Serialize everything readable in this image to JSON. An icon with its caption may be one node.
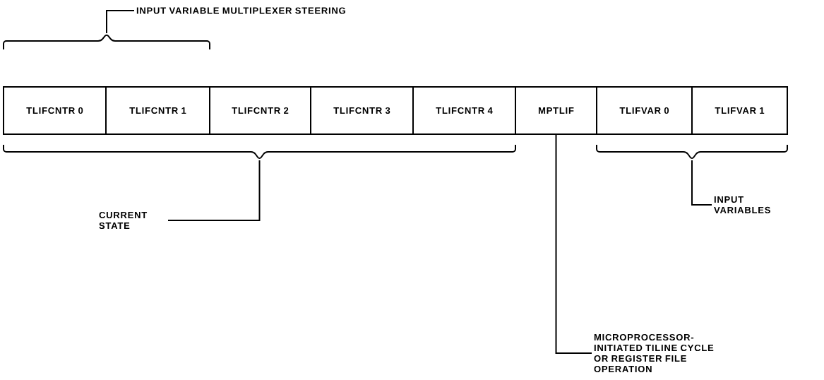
{
  "diagram": {
    "nodes": [
      {
        "text": [
          "TLIFCNTR 0"
        ]
      },
      {
        "text": [
          "TLIFCNTR 1"
        ]
      },
      {
        "text": [
          "TLIFCNTR 2"
        ]
      },
      {
        "text": [
          "TLIFCNTR 3"
        ]
      },
      {
        "text": [
          "TLIFCNTR 4"
        ]
      },
      {
        "text": [
          "MPTLIF"
        ]
      },
      {
        "text": [
          "TLIFVAR 0"
        ]
      },
      {
        "text": [
          "TLIFVAR 1"
        ]
      },
      {
        "text": [
          "INPUT VARIABLE MULTIPLEXER STEERING"
        ]
      },
      {
        "text": [
          "CURRENT STATE"
        ]
      },
      {
        "text": [
          "INPUT VARIABLES"
        ]
      },
      {
        "text": [
          "MICROPROCESSOR-INITIATED TILINE CYCLE OR REGISTER FILE OPERATION"
        ]
      },
      {
        "text": [],
        "shape": "brace"
      },
      {
        "text": [],
        "shape": "brace"
      },
      {
        "text": [],
        "shape": "brace"
      }
    ],
    "edges": [
      {
        "from": 8,
        "to": 12,
        "arrow": "none"
      },
      {
        "from": 9,
        "to": 13,
        "arrow": "none"
      },
      {
        "from": 10,
        "to": 14,
        "arrow": "none"
      },
      {
        "from": 11,
        "to": 5,
        "arrow": "none"
      }
    ]
  }
}
